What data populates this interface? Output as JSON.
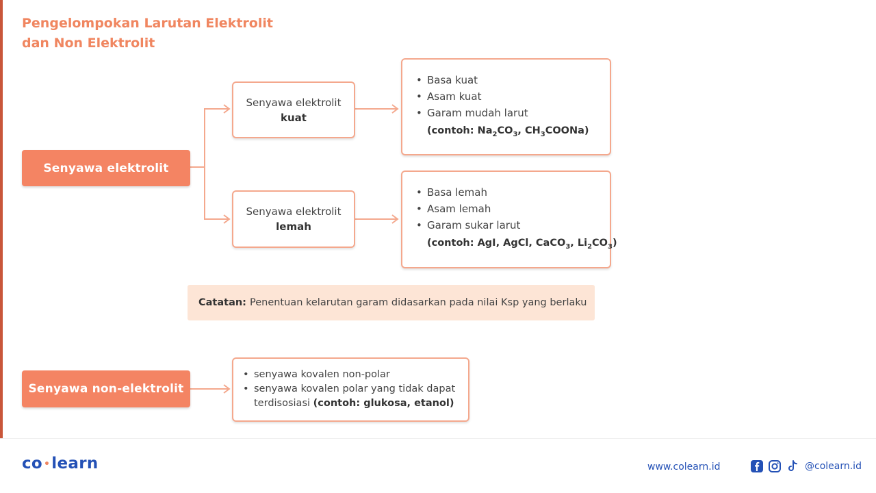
{
  "title": {
    "line1": "Pengelompokan Larutan Elektrolit",
    "line2": "dan Non Elektrolit"
  },
  "elektrolit": {
    "label": "Senyawa elektrolit",
    "kuat": {
      "line1": "Senyawa elektrolit",
      "line2": "kuat",
      "items": [
        "Basa kuat",
        "Asam kuat",
        "Garam mudah larut"
      ],
      "example_prefix": "(contoh: ",
      "example_parts": [
        "Na",
        "2",
        "CO",
        "3",
        ", CH",
        "3",
        "COONa)"
      ]
    },
    "lemah": {
      "line1": "Senyawa elektrolit",
      "line2": "lemah",
      "items": [
        "Basa lemah",
        "Asam lemah",
        "Garam sukar larut"
      ],
      "example_prefix": "(contoh: AgI, AgCl, ",
      "example_parts": [
        "CaCO",
        "3",
        ", Li",
        "2",
        "CO",
        "3",
        ")"
      ]
    }
  },
  "note": {
    "label": "Catatan:",
    "text": "Penentuan kelarutan garam didasarkan pada nilai Ksp yang berlaku"
  },
  "non_elektrolit": {
    "label": "Senyawa non-elektrolit",
    "items": [
      "senyawa kovalen non-polar",
      "senyawa kovalen polar yang tidak dapat"
    ],
    "cont_text": "terdisosiasi ",
    "cont_bold": "(contoh: glukosa, etanol)"
  },
  "footer": {
    "logo_left": "co",
    "logo_dot": "•",
    "logo_right": "learn",
    "website": "www.colearn.id",
    "handle": "@colearn.id"
  },
  "icons": {
    "facebook": "facebook-icon",
    "instagram": "instagram-icon",
    "tiktok": "tiktok-icon"
  },
  "colors": {
    "accent": "#f48463",
    "border": "#f4a88d",
    "note_bg": "#fde5d6",
    "title": "#f08660",
    "brand_blue": "#2451b6"
  }
}
